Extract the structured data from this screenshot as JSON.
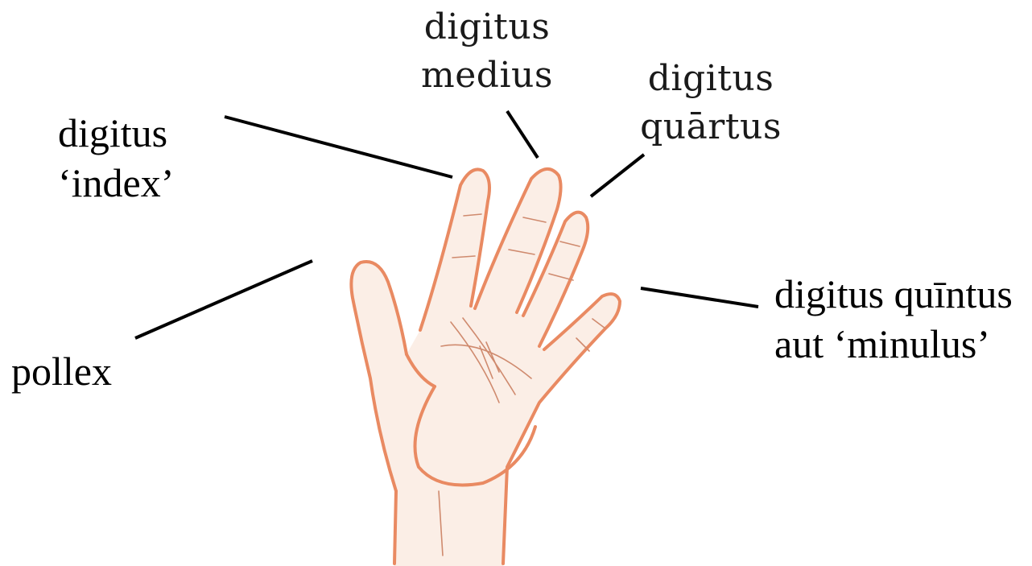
{
  "labels": {
    "index": [
      "digitus",
      "‘index’"
    ],
    "medius": [
      "digitus",
      "medius"
    ],
    "quartus": [
      "digitus",
      "quārtus"
    ],
    "quintus": [
      "digitus quīntus",
      "aut ‘minulus’"
    ],
    "pollex": [
      "pollex"
    ]
  },
  "colors": {
    "skin": "#fbeee6",
    "outline": "#e98a62",
    "crease": "#cf8a6e",
    "leader": "#000000"
  }
}
